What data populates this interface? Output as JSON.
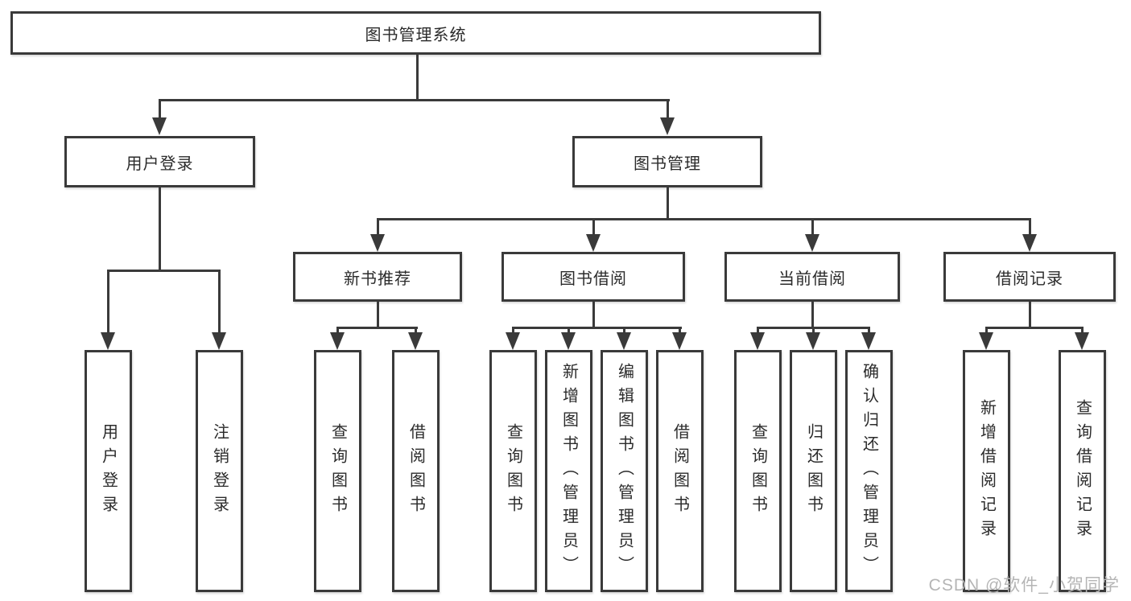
{
  "tree": {
    "root": "图书管理系统",
    "branches": [
      {
        "label": "用户登录",
        "leaves": [
          "用户登录",
          "注销登录"
        ]
      },
      {
        "label": "图书管理",
        "groups": [
          {
            "label": "新书推荐",
            "leaves": [
              "查询图书",
              "借阅图书"
            ]
          },
          {
            "label": "图书借阅",
            "leaves": [
              "查询图书",
              "新增图书（管理员）",
              "编辑图书（管理员）",
              "借阅图书"
            ]
          },
          {
            "label": "当前借阅",
            "leaves": [
              "查询图书",
              "归还图书",
              "确认归还（管理员）"
            ]
          },
          {
            "label": "借阅记录",
            "leaves": [
              "新增借阅记录",
              "查询借阅记录"
            ]
          }
        ]
      }
    ]
  },
  "watermark": "CSDN @软件_小贺同学",
  "colors": {
    "line": "#3a3a3a",
    "watermark": "#b5b5b5",
    "background": "#ffffff"
  }
}
